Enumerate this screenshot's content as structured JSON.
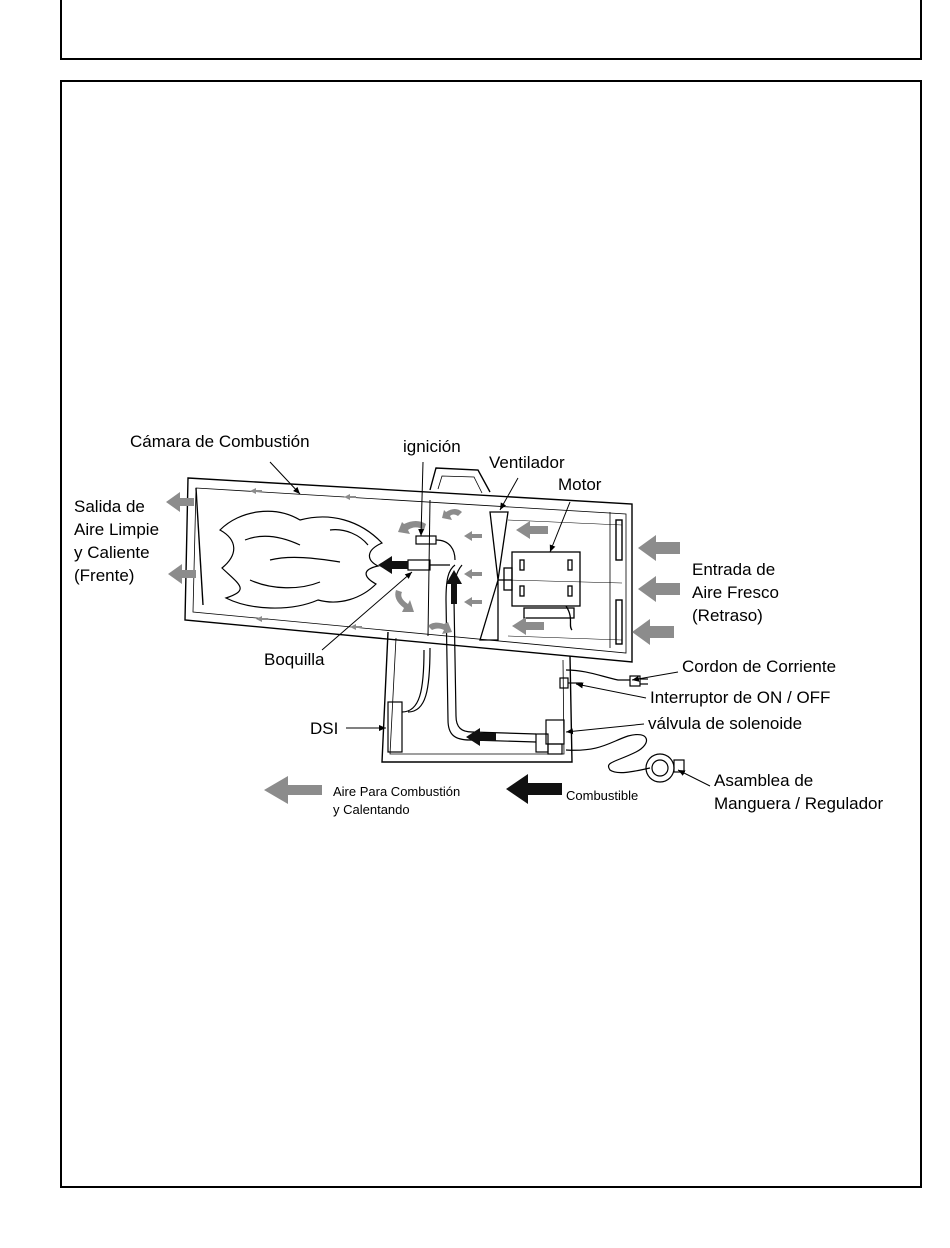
{
  "diagram": {
    "labels": {
      "camara": "Cámara de Combustión",
      "ignicion": "ignición",
      "ventilador": "Ventilador",
      "motor": "Motor",
      "salida": [
        "Salida de",
        "Aire Limpie",
        "y Caliente",
        "(Frente)"
      ],
      "entrada": [
        "Entrada de",
        "Aire Fresco",
        "(Retraso)"
      ],
      "boquilla": "Boquilla",
      "cordon": "Cordon de Corriente",
      "interruptor": "Interruptor de ON / OFF",
      "valvula": "válvula de solenoide",
      "dsi": "DSI",
      "asamblea": [
        "Asamblea de",
        "Manguera / Regulador"
      ]
    },
    "legend": {
      "air": [
        "Aire Para Combustión",
        "y Calentando"
      ],
      "fuel": "Combustible"
    },
    "colors": {
      "air_arrow": "#8c8c8c",
      "fuel_arrow": "#111111",
      "line": "#000000"
    }
  }
}
